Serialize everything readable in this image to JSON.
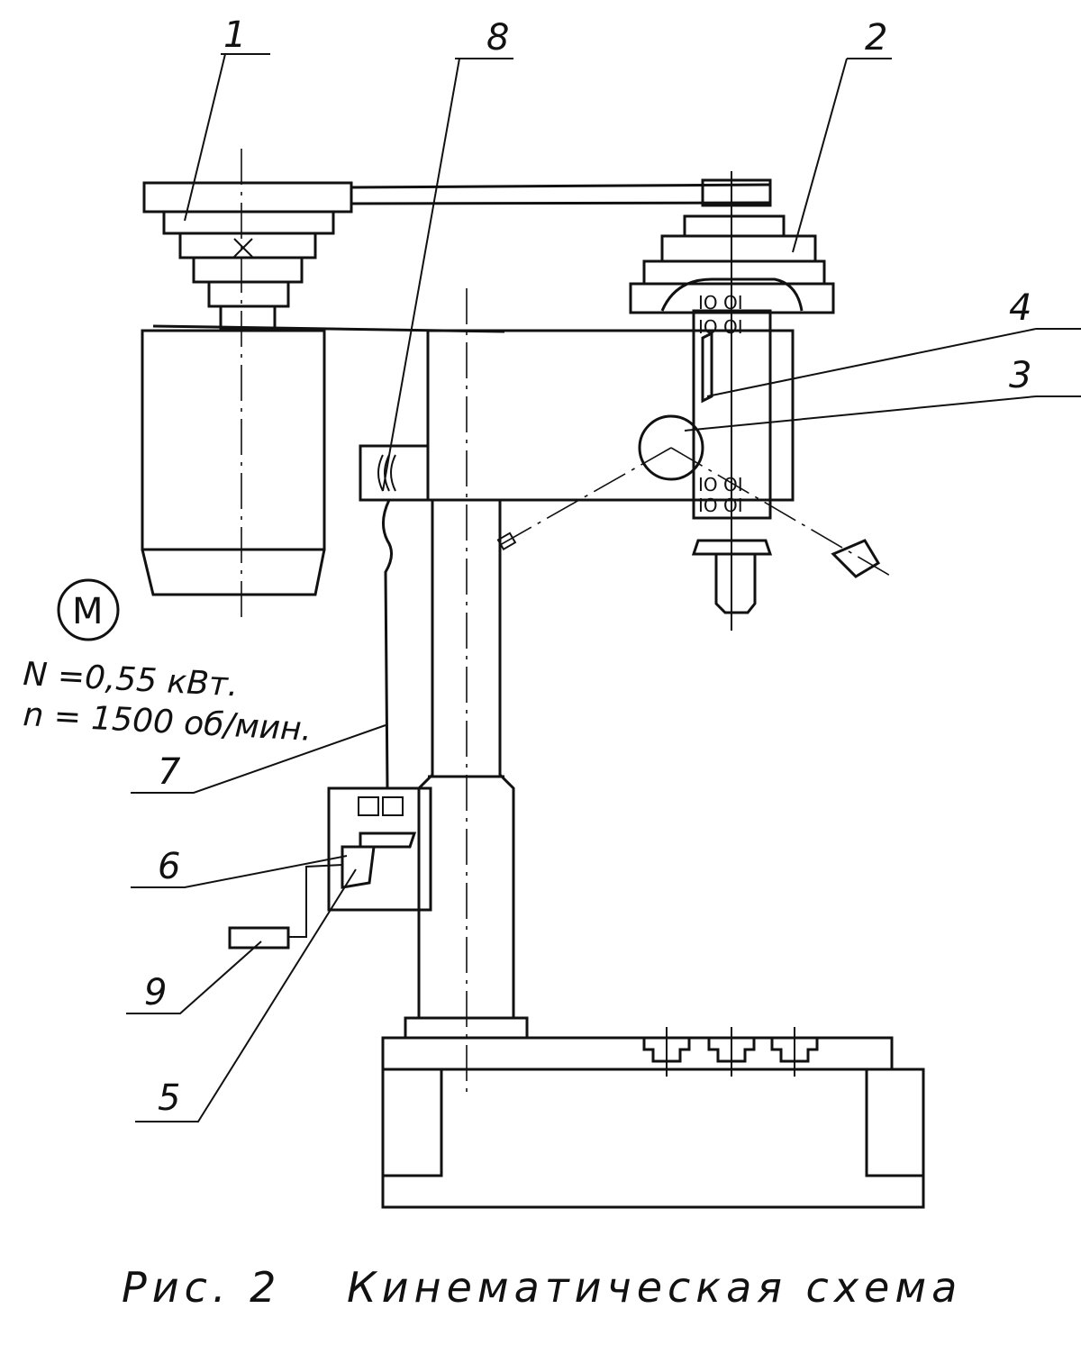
{
  "labels": {
    "l1": "1",
    "l2": "2",
    "l3": "3",
    "l4": "4",
    "l5": "5",
    "l6": "6",
    "l7": "7",
    "l8": "8",
    "l9": "9"
  },
  "motor": {
    "symbol": "M",
    "power": "N =0,55 кВт.",
    "speed": "n = 1500 об/мин."
  },
  "caption": {
    "fig": "Рис. 2",
    "title": "Кинематическая схема"
  }
}
